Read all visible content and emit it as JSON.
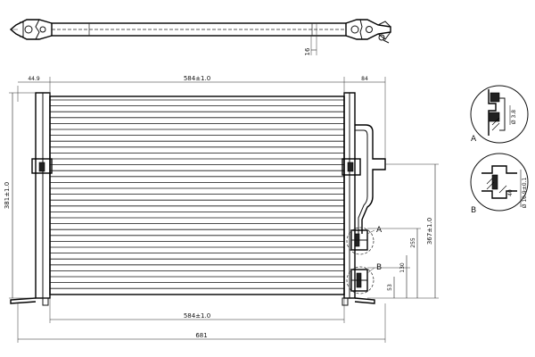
{
  "dimensions": {
    "top_height": "16",
    "left_offset": "44.9",
    "core_width_top": "584±1.0",
    "right_pipe": "84",
    "overall_height": "381±1.0",
    "right_height": "367±1.0",
    "dist_a": "255",
    "dist_b": "130",
    "dist_c": "53",
    "core_width_bottom": "584±1.0",
    "overall_width": "681"
  },
  "details": {
    "a_label": "A",
    "b_label": "B",
    "a_dim": "Ø 3.8",
    "b_dim": "Ø 10.9±0.1",
    "b_small": "40"
  },
  "callouts": {
    "a": "A",
    "b": "B"
  }
}
